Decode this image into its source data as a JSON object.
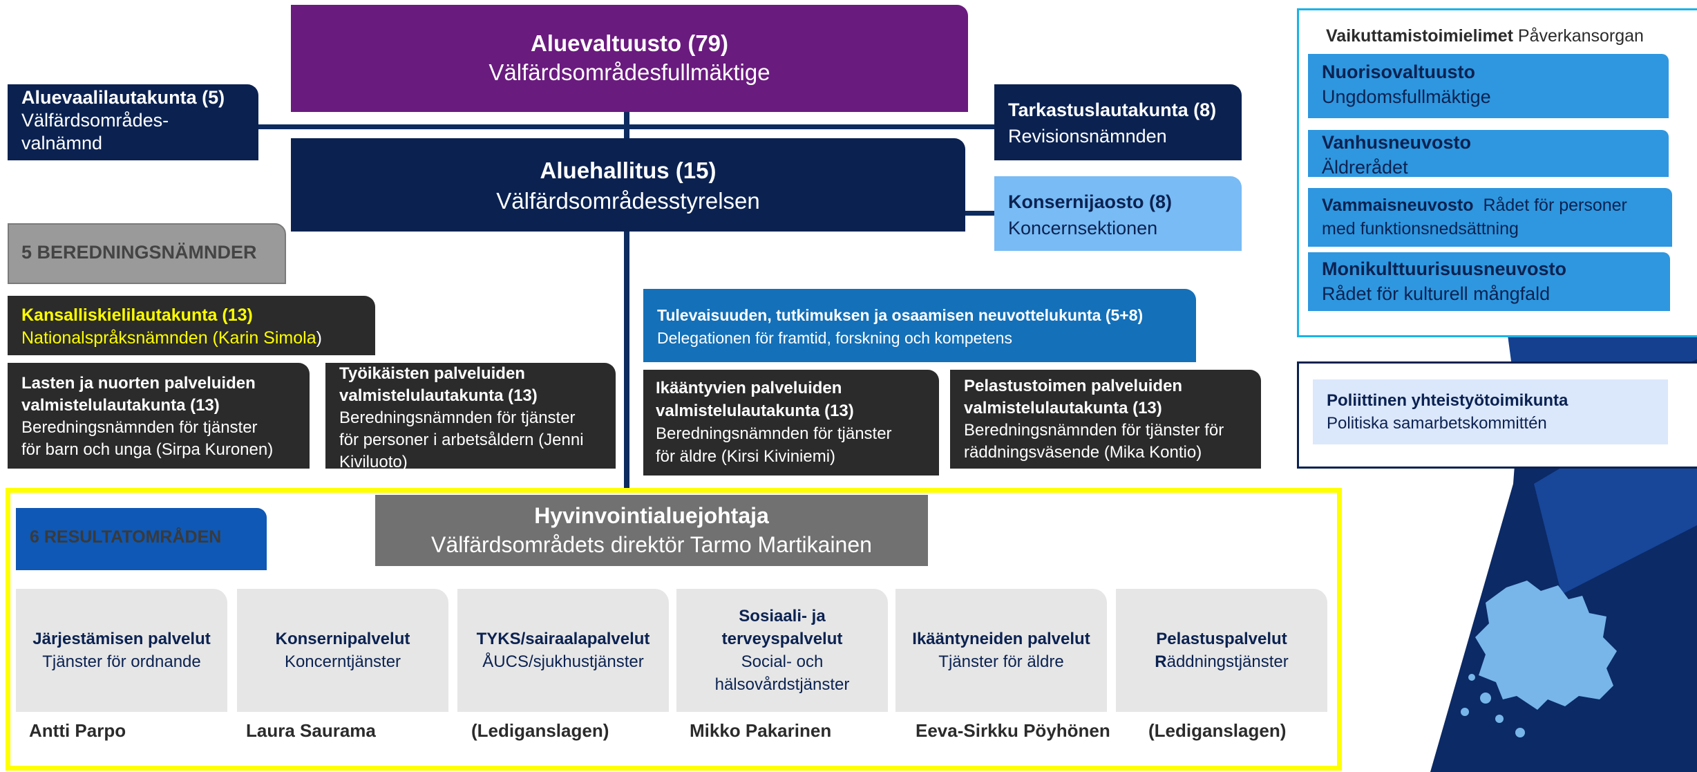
{
  "council": {
    "title": "Aluevaltuusto (79)",
    "subtitle": "Välfärdsområdesfullmäktige"
  },
  "election_board": {
    "title": "Aluevaalilautakunta (5)",
    "subtitle1": "Välfärdsområdes-",
    "subtitle2": "valnämnd"
  },
  "audit_board": {
    "title": "Tarkastuslautakunta (8)",
    "subtitle": "Revisionsnämnden"
  },
  "regional_board": {
    "title": "Aluehallitus (15)",
    "subtitle": "Välfärdsområdesstyrelsen"
  },
  "group_section": {
    "title": "Konsernijaosto (8)",
    "subtitle": "Koncernsektionen"
  },
  "committees_header": "5 BEREDNINGSNÄMNDER",
  "language_board": {
    "title": "Kansalliskielilautakunta (13)",
    "subtitle_a": "Nationalspråksnämnden (Karin Simola",
    "subtitle_b": ")"
  },
  "future_board": {
    "title": "Tulevaisuuden, tutkimuksen ja osaamisen neuvottelukunta (5+8)",
    "subtitle": "Delegationen för framtid, forskning och kompetens"
  },
  "committees": [
    {
      "title1": "Lasten ja nuorten palveluiden",
      "title2": "valmistelulautakunta (13)",
      "sub1": "Beredningsnämnden för tjänster",
      "sub2": "för barn och unga (Sirpa Kuronen)"
    },
    {
      "title1": "Työikäisten palveluiden",
      "title2": "valmistelulautakunta (13)",
      "sub1": "Beredningsnämnden för tjänster",
      "sub2": "för personer i arbetsåldern (Jenni",
      "sub3": "Kiviluoto)"
    },
    {
      "title1": "Ikääntyvien palveluiden",
      "title2": "valmistelulautakunta (13)",
      "sub1": "Beredningsnämnden för tjänster",
      "sub2": "för äldre (Kirsi Kiviniemi)"
    },
    {
      "title1": "Pelastustoimen palveluiden",
      "title2": "valmistelulautakunta (13)",
      "sub1": "Beredningsnämnden för tjänster för",
      "sub2": "räddningsväsende (Mika Kontio)"
    }
  ],
  "director": {
    "title": "Hyvinvointialuejohtaja",
    "subtitle": "Välfärdsområdets direktör Tarmo Martikainen"
  },
  "results_header": "6 RESULTATOMRÅDEN",
  "units": [
    {
      "line1": "Järjestämisen palvelut",
      "line2": "Tjänster för ordnande",
      "manager": "Antti Parpo"
    },
    {
      "line1": "Konsernipalvelut",
      "line2": "Koncerntjänster",
      "manager": "Laura Saurama"
    },
    {
      "line1": "TYKS/sairaalapalvelut",
      "line2": "ÅUCS/sjukhustjänster",
      "manager": "(Lediganslagen)"
    },
    {
      "line1a": "Sosiaali- ja",
      "line1b": "terveyspalvelut",
      "line2a": "Social- och",
      "line2b": "hälsovårdstjänster",
      "manager": "Mikko Pakarinen"
    },
    {
      "line1": "Ikääntyneiden palvelut",
      "line2": "Tjänster för äldre",
      "manager": "Eeva-Sirkku Pöyhönen"
    },
    {
      "line1": "Pelastuspalvelut",
      "line2_bold": "R",
      "line2_rest": "äddningstjänster",
      "manager": "(Lediganslagen)"
    }
  ],
  "influence": {
    "header_bold": "Vaikuttamistoimielimet",
    "header_rest": "Påverkansorgan",
    "items": [
      {
        "title": "Nuorisovaltuusto",
        "subtitle": "Ungdomsfullmäktige"
      },
      {
        "title": "Vanhusneuvosto",
        "subtitle": "Äldrerådet"
      },
      {
        "title": "Vammaisneuvosto",
        "subtitle_a": "Rådet för personer",
        "subtitle_b": "med funktionsnedsättning"
      },
      {
        "title": "Monikulttuurisuusneuvosto",
        "subtitle": "Rådet för kulturell mångfald"
      }
    ]
  },
  "political": {
    "title": "Poliittinen yhteistyötoimikunta",
    "subtitle": "Politiska samarbetskommittén"
  },
  "colors": {
    "purple": "#6a1b7e",
    "navy": "#0b2251",
    "light_blue": "#78bbf5",
    "dark": "#2b2b2b",
    "yellow": "#ffff00",
    "blue": "#2e97df"
  }
}
